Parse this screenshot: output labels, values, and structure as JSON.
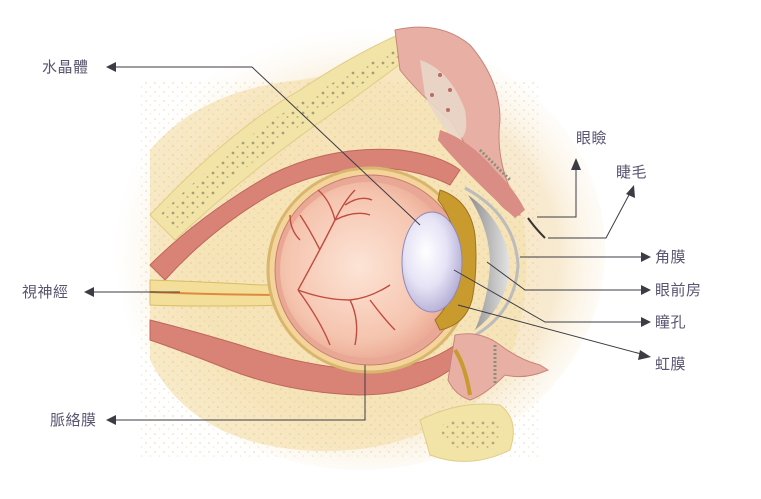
{
  "labels": {
    "lens": "水晶體",
    "optic_nerve": "視神經",
    "choroid": "脈絡膜",
    "eyelid": "眼瞼",
    "eyelash": "睫毛",
    "cornea": "角膜",
    "anterior_chamber": "眼前房",
    "pupil": "瞳孔",
    "iris": "虹膜"
  },
  "colors": {
    "label_text": "#5a5470",
    "leader_line": "#3c3c44",
    "tissue_yellow": "#f3df9a",
    "muscle_red": "#d77a6c",
    "eyeball_pink": "#f4bfa8",
    "lens_lavender": "#d9d6ef",
    "iris_gold": "#c99a2e",
    "bone_cream": "#f2e3a6"
  }
}
